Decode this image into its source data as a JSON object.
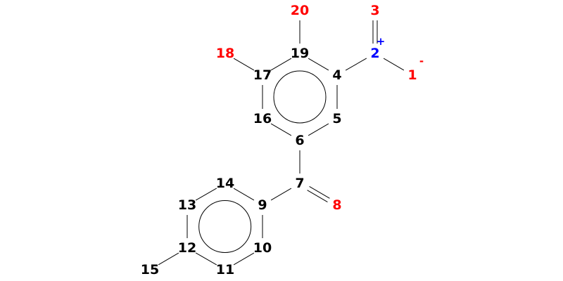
{
  "colors": {
    "carbon": "#000000",
    "oxygen": "#ff0000",
    "nitrogen": "#0000ff",
    "background": "#ffffff"
  },
  "atoms": [
    {
      "id": "1",
      "label": "1",
      "element": "oxygen",
      "charge": "-"
    },
    {
      "id": "2",
      "label": "2",
      "element": "nitrogen",
      "charge": "+"
    },
    {
      "id": "3",
      "label": "3",
      "element": "oxygen"
    },
    {
      "id": "4",
      "label": "4",
      "element": "carbon"
    },
    {
      "id": "5",
      "label": "5",
      "element": "carbon"
    },
    {
      "id": "6",
      "label": "6",
      "element": "carbon"
    },
    {
      "id": "7",
      "label": "7",
      "element": "carbon"
    },
    {
      "id": "8",
      "label": "8",
      "element": "oxygen"
    },
    {
      "id": "9",
      "label": "9",
      "element": "carbon"
    },
    {
      "id": "10",
      "label": "10",
      "element": "carbon"
    },
    {
      "id": "11",
      "label": "11",
      "element": "carbon"
    },
    {
      "id": "12",
      "label": "12",
      "element": "carbon"
    },
    {
      "id": "13",
      "label": "13",
      "element": "carbon"
    },
    {
      "id": "14",
      "label": "14",
      "element": "carbon"
    },
    {
      "id": "15",
      "label": "15",
      "element": "carbon"
    },
    {
      "id": "16",
      "label": "16",
      "element": "carbon"
    },
    {
      "id": "17",
      "label": "17",
      "element": "carbon"
    },
    {
      "id": "18",
      "label": "18",
      "element": "oxygen"
    },
    {
      "id": "19",
      "label": "19",
      "element": "carbon"
    },
    {
      "id": "20",
      "label": "20",
      "element": "oxygen"
    }
  ],
  "bonds": [
    {
      "from": "1",
      "to": "2",
      "order": 1
    },
    {
      "from": "2",
      "to": "3",
      "order": 2
    },
    {
      "from": "2",
      "to": "4",
      "order": 1
    },
    {
      "from": "4",
      "to": "5",
      "order": 1
    },
    {
      "from": "5",
      "to": "6",
      "order": 1
    },
    {
      "from": "6",
      "to": "16",
      "order": 1
    },
    {
      "from": "16",
      "to": "17",
      "order": 1
    },
    {
      "from": "17",
      "to": "19",
      "order": 1
    },
    {
      "from": "19",
      "to": "4",
      "order": 1
    },
    {
      "from": "6",
      "to": "7",
      "order": 1
    },
    {
      "from": "7",
      "to": "8",
      "order": 2
    },
    {
      "from": "7",
      "to": "9",
      "order": 1
    },
    {
      "from": "9",
      "to": "10",
      "order": 1
    },
    {
      "from": "10",
      "to": "11",
      "order": 1
    },
    {
      "from": "11",
      "to": "12",
      "order": 1
    },
    {
      "from": "12",
      "to": "13",
      "order": 1
    },
    {
      "from": "13",
      "to": "14",
      "order": 1
    },
    {
      "from": "14",
      "to": "9",
      "order": 1
    },
    {
      "from": "12",
      "to": "15",
      "order": 1
    },
    {
      "from": "17",
      "to": "18",
      "order": 1
    },
    {
      "from": "19",
      "to": "20",
      "order": 1
    }
  ],
  "aromatic_rings": [
    {
      "id": "ring-a",
      "atoms": [
        "4",
        "5",
        "6",
        "16",
        "17",
        "19"
      ]
    },
    {
      "id": "ring-b",
      "atoms": [
        "9",
        "10",
        "11",
        "12",
        "13",
        "14"
      ]
    }
  ]
}
